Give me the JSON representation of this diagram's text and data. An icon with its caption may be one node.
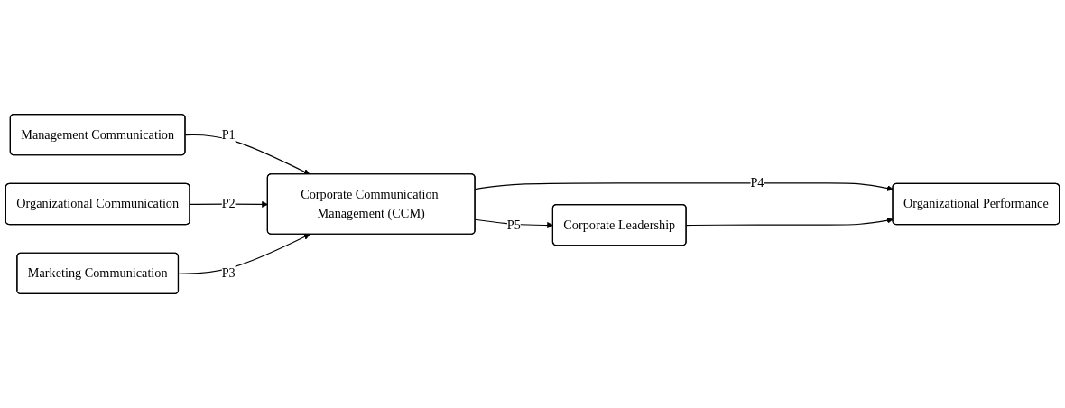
{
  "diagram": {
    "nodes": [
      {
        "text": [
          "Management Communication"
        ]
      },
      {
        "text": [
          "Organizational Communication"
        ]
      },
      {
        "text": [
          "Marketing Communication"
        ]
      },
      {
        "text": [
          "Corporate Communication Management (CCM)"
        ]
      },
      {
        "text": [
          "Organizational Performance"
        ]
      },
      {
        "text": [
          "Corporate Leadership"
        ]
      }
    ],
    "edges": [
      {
        "from": 0,
        "to": 3,
        "arrow": "to",
        "label": "P1"
      },
      {
        "from": 1,
        "to": 3,
        "arrow": "to",
        "label": "P2"
      },
      {
        "from": 2,
        "to": 3,
        "arrow": "to",
        "label": "P3"
      },
      {
        "from": 3,
        "to": 4,
        "arrow": "to",
        "label": "P4"
      },
      {
        "from": 3,
        "to": 5,
        "arrow": "to",
        "label": "P5"
      },
      {
        "from": 5,
        "to": 4,
        "arrow": "to"
      }
    ]
  }
}
